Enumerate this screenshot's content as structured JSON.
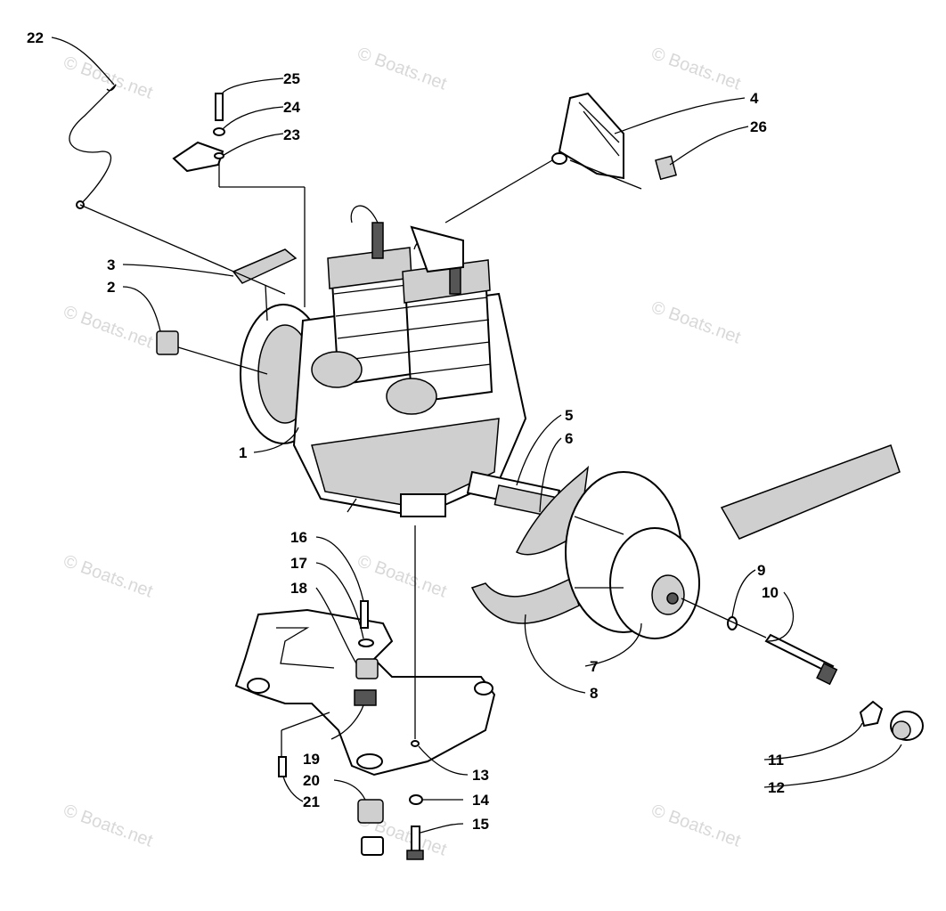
{
  "watermark": "© Boats.net",
  "callouts": {
    "c1": "1",
    "c2": "2",
    "c3": "3",
    "c4": "4",
    "c5": "5",
    "c6": "6",
    "c7": "7",
    "c8": "8",
    "c9": "9",
    "c10": "10",
    "c11": "11",
    "c12": "12",
    "c13": "13",
    "c14": "14",
    "c15": "15",
    "c16": "16",
    "c17": "17",
    "c18": "18",
    "c19": "19",
    "c20": "20",
    "c21": "21",
    "c22": "22",
    "c23": "23",
    "c24": "24",
    "c25": "25",
    "c26": "26"
  }
}
